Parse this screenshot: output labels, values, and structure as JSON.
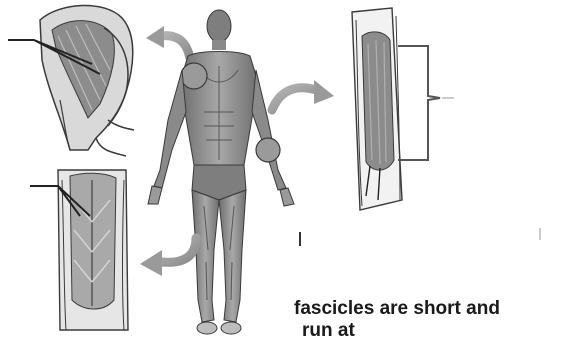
{
  "caption": {
    "line1": "fascicles are short and",
    "line2": "run at"
  },
  "colors": {
    "muscle_gray": "#8c8c8c",
    "muscle_light": "#c8c8c8",
    "outline": "#3a3a3a",
    "arrow_gray": "#9a9a9a",
    "bracket": "#555555"
  },
  "figures": [
    {
      "name": "shoulder-muscle-illustration",
      "location": "top-left"
    },
    {
      "name": "human-muscular-figure",
      "location": "center"
    },
    {
      "name": "forearm-muscle-illustration",
      "location": "top-right"
    },
    {
      "name": "thigh-muscle-illustration",
      "location": "bottom-left"
    }
  ]
}
